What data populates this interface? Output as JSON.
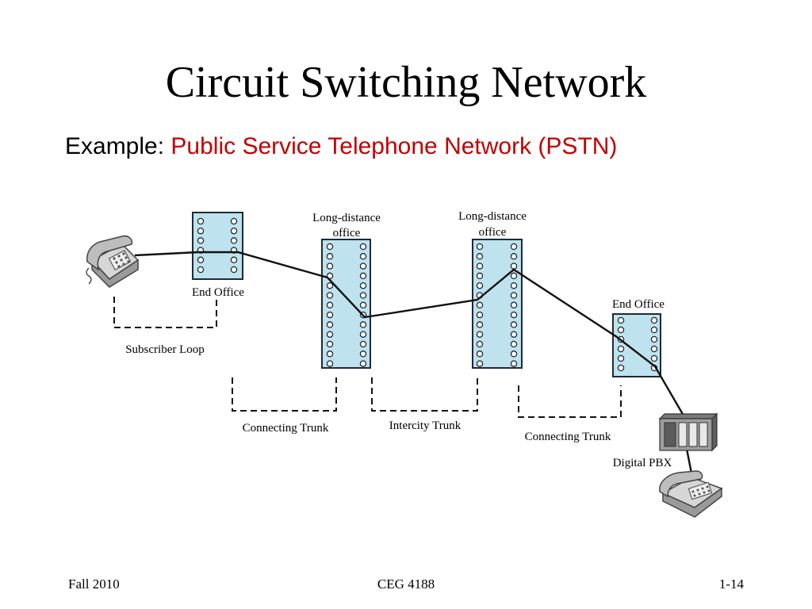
{
  "slide": {
    "title": "Circuit Switching Network",
    "example_label": "Example:",
    "example_value": "Public Service Telephone Network (PSTN)",
    "accent_color": "#c00000"
  },
  "diagram": {
    "offices": {
      "end_office_1": "End Office",
      "long_distance_1_line1": "Long-distance",
      "long_distance_1_line2": "office",
      "long_distance_2_line1": "Long-distance",
      "long_distance_2_line2": "office",
      "end_office_2": "End Office"
    },
    "links": {
      "subscriber_loop": "Subscriber Loop",
      "connecting_trunk_1": "Connecting Trunk",
      "intercity_trunk": "Intercity Trunk",
      "connecting_trunk_2": "Connecting Trunk"
    },
    "devices": {
      "telephone_left_icon": "telephone-icon",
      "telephone_right_icon": "telephone-icon",
      "pbx_icon": "pbx-icon",
      "pbx_label": "Digital PBX"
    },
    "switch_fill_color": "#bfe3ee"
  },
  "footer": {
    "left": "Fall 2010",
    "center": "CEG 4188",
    "right": "1-14"
  }
}
